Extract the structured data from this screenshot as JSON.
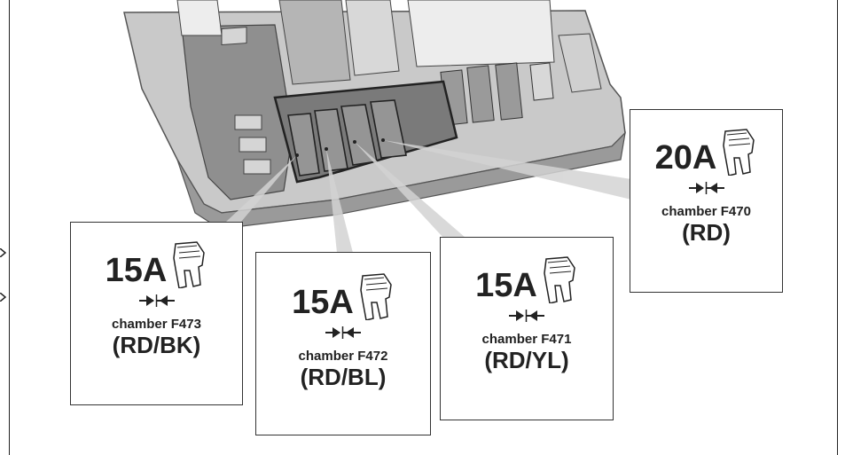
{
  "labels": [
    {
      "id": "f470",
      "rating": "20A",
      "chamber": "chamber F470",
      "wire": "(RD)"
    },
    {
      "id": "f471",
      "rating": "15A",
      "chamber": "chamber F471",
      "wire": "(RD/YL)"
    },
    {
      "id": "f472",
      "rating": "15A",
      "chamber": "chamber F472",
      "wire": "(RD/BL)"
    },
    {
      "id": "f473",
      "rating": "15A",
      "chamber": "chamber F473",
      "wire": "(RD/BK)"
    }
  ],
  "icons": {
    "fuse": "blade-fuse-icon",
    "arrows": "inward-arrows-icon"
  },
  "colors": {
    "housing": "#c9c9c9",
    "housing_dark": "#8c8c8c",
    "outline": "#3a3a3a",
    "leader": "#c8c8c8"
  }
}
